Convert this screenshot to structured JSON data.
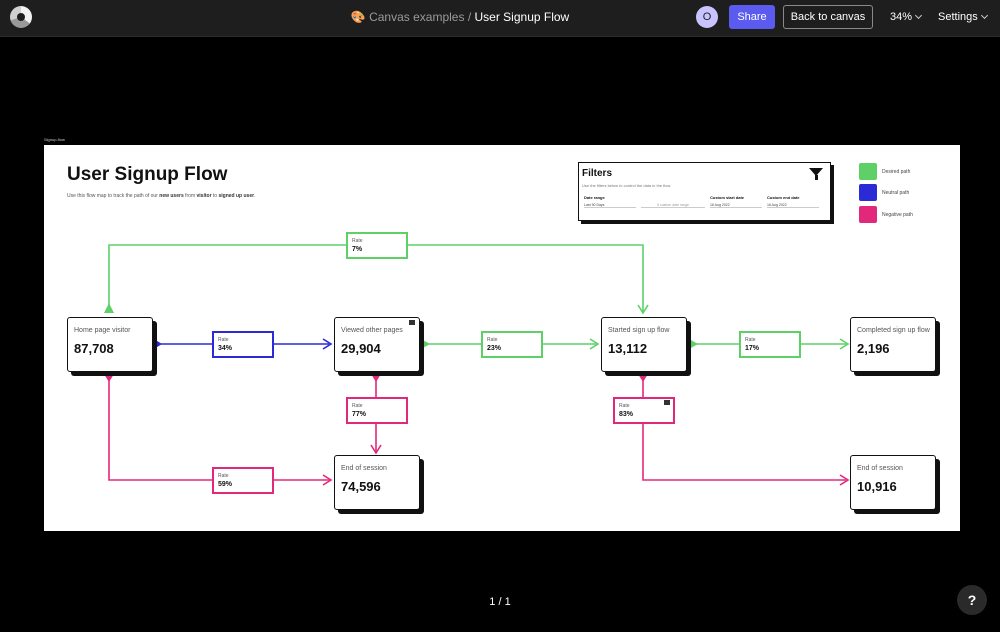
{
  "header": {
    "breadcrumb_emoji": "🎨",
    "breadcrumb_parent": "Canvas examples",
    "breadcrumb_sep": "/",
    "breadcrumb_current": "User Signup Flow",
    "avatar_initial": "O",
    "share_label": "Share",
    "back_label": "Back to canvas",
    "zoom_label": "34%",
    "settings_label": "Settings"
  },
  "frame_label": "Signup-flow",
  "canvas": {
    "title": "User Signup Flow",
    "desc_pre": "Use this flow map to track the path of our ",
    "desc_bold1": "new users",
    "desc_mid": " from ",
    "desc_bold2": "visitor",
    "desc_mid2": " to ",
    "desc_bold3": "signed up user",
    "desc_end": "."
  },
  "filters": {
    "title": "Filters",
    "desc": "Use the filters below to control the data in the flow.",
    "date_range_label": "Date range",
    "date_range_value": "Last 90 Days",
    "custom_range_value": "If custom date range",
    "custom_start_label": "Custom start date",
    "custom_start_value": "16 Aug 2022",
    "custom_end_label": "Custom end date",
    "custom_end_value": "16 Aug 2022"
  },
  "legend": [
    {
      "label": "Desired path",
      "color": "#5fd068"
    },
    {
      "label": "Neutral path",
      "color": "#2a2ad6"
    },
    {
      "label": "Negative path",
      "color": "#e2287a"
    }
  ],
  "nodes": {
    "home": {
      "label": "Home page visitor",
      "value": "87,708"
    },
    "viewed": {
      "label": "Viewed other pages",
      "value": "29,904"
    },
    "started": {
      "label": "Started sign up flow",
      "value": "13,112"
    },
    "completed": {
      "label": "Completed sign up flow",
      "value": "2,196"
    },
    "end1": {
      "label": "End of session",
      "value": "74,596"
    },
    "end2": {
      "label": "End of session",
      "value": "10,916"
    }
  },
  "rates": {
    "top": {
      "label": "Rate",
      "value": "7%"
    },
    "home_viewed": {
      "label": "Rate",
      "value": "34%"
    },
    "viewed_started": {
      "label": "Rate",
      "value": "23%"
    },
    "started_completed": {
      "label": "Rate",
      "value": "17%"
    },
    "viewed_end": {
      "label": "Rate",
      "value": "77%"
    },
    "started_end": {
      "label": "Rate",
      "value": "83%"
    },
    "home_end": {
      "label": "Rate",
      "value": "59%"
    }
  },
  "pager": "1 / 1",
  "help_label": "?"
}
